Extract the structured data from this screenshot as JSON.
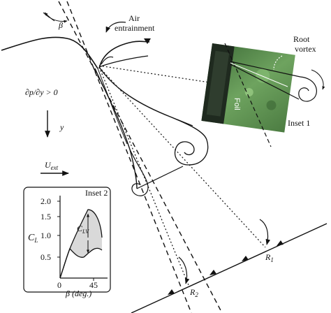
{
  "labels": {
    "beta_top": "β",
    "air_entrainment_line1": "Air",
    "air_entrainment_line2": "entrainment",
    "root_vortex_line1": "Root",
    "root_vortex_line2": "vortex",
    "foil": "Foil",
    "inset1": "Inset 1",
    "pressure_gradient": "∂p/∂y > 0",
    "y_axis": "y",
    "u_ext": "U",
    "u_ext_sub": "ext",
    "r1": "R",
    "r1_sub": "1",
    "r2": "R",
    "r2_sub": "2"
  },
  "inset2": {
    "title": "Inset 2",
    "ylabel": "C",
    "ylabel_sub": "L",
    "xlabel": "β (deg.)",
    "clv_label": "C",
    "clv_sub": "LV",
    "y_ticks": [
      "2.0",
      "1.5",
      "1.0",
      "0.5"
    ],
    "x_ticks": [
      "0",
      "45"
    ],
    "fill_color": "#d9d9d9"
  },
  "colors": {
    "ink": "#111111",
    "photo_green": "#5a8f4e",
    "photo_dark": "#1e2a1e"
  }
}
